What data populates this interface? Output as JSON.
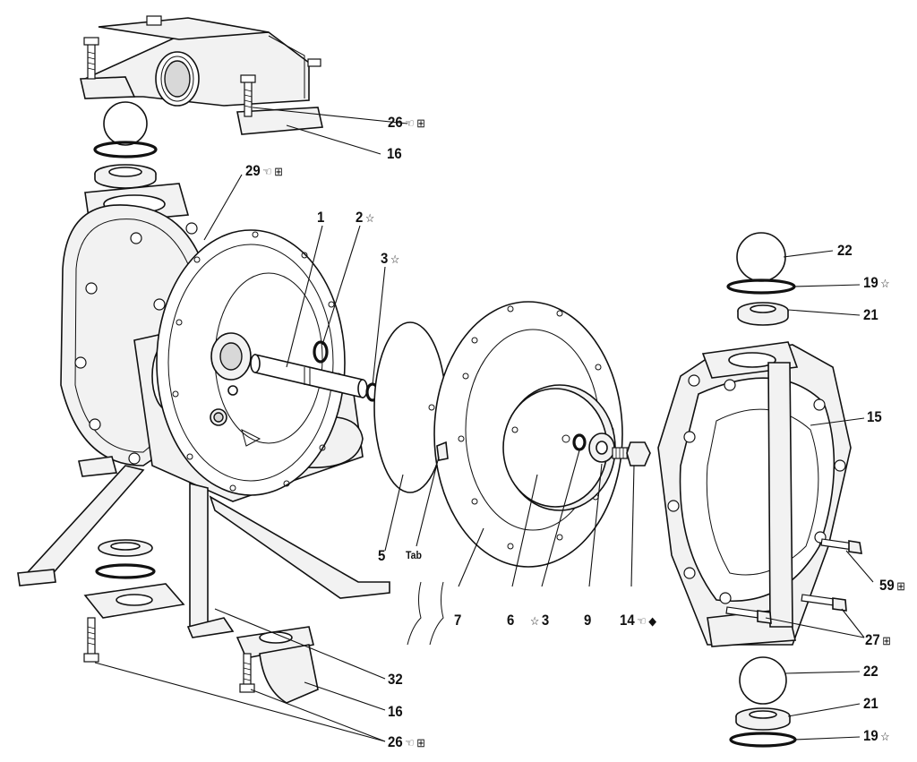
{
  "symbols": {
    "star": "☆",
    "hand": "☜",
    "grid": "⊞",
    "diamond": "◆"
  },
  "callouts": {
    "c26_top": "26",
    "c16_top": "16",
    "c29": "29",
    "c1": "1",
    "c2": "2",
    "c3_top": "3",
    "c22_top": "22",
    "c19_top": "19",
    "c21_top": "21",
    "c15": "15",
    "c5": "5",
    "c_tab": "Tab",
    "c7": "7",
    "c6": "6",
    "c3_bot": "3",
    "c9": "9",
    "c14": "14",
    "c59": "59",
    "c27": "27",
    "c32": "32",
    "c16_bot": "16",
    "c26_bot": "26",
    "c22_bot": "22",
    "c21_bot": "21",
    "c19_bot": "19"
  }
}
